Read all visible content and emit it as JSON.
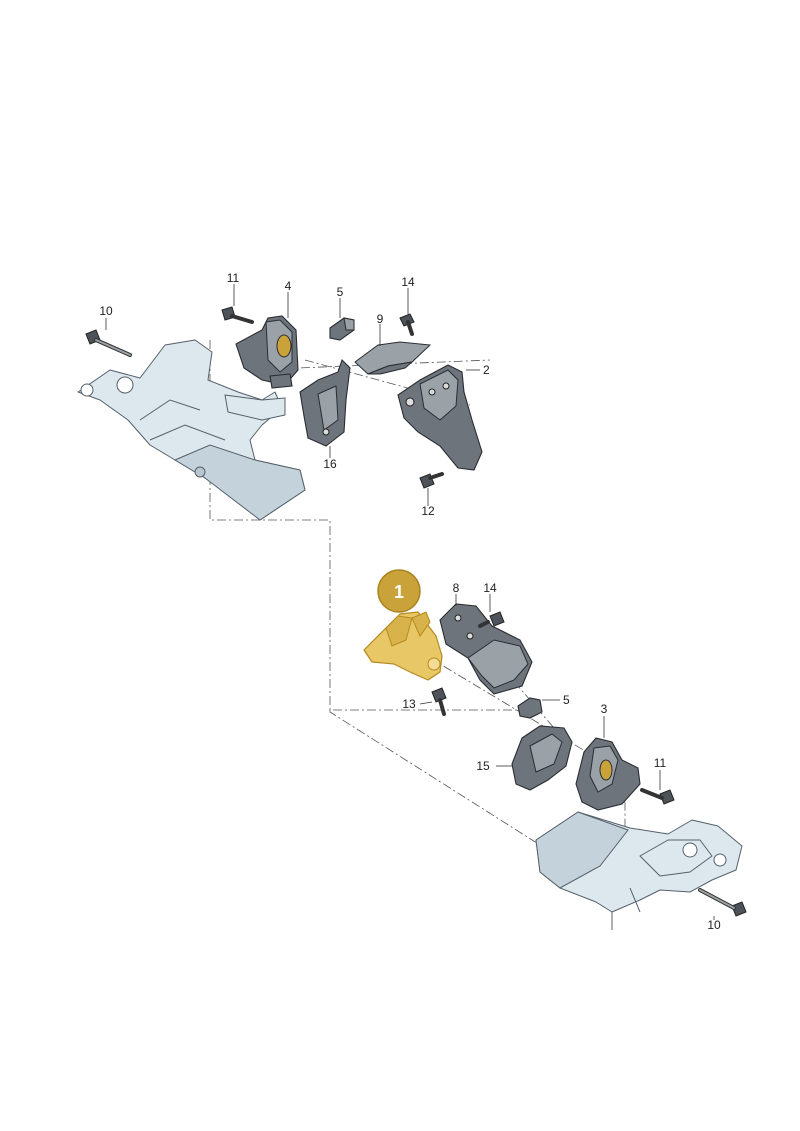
{
  "diagram": {
    "highlight": {
      "label": "1",
      "color": "#c9a23a"
    },
    "callouts": [
      {
        "id": "c10a",
        "text": "10"
      },
      {
        "id": "c11a",
        "text": "11"
      },
      {
        "id": "c4",
        "text": "4"
      },
      {
        "id": "c5a",
        "text": "5"
      },
      {
        "id": "c9",
        "text": "9"
      },
      {
        "id": "c14a",
        "text": "14"
      },
      {
        "id": "c2",
        "text": "2"
      },
      {
        "id": "c16",
        "text": "16"
      },
      {
        "id": "c12",
        "text": "12"
      },
      {
        "id": "c8",
        "text": "8"
      },
      {
        "id": "c14b",
        "text": "14"
      },
      {
        "id": "c5b",
        "text": "5"
      },
      {
        "id": "c13",
        "text": "13"
      },
      {
        "id": "c3",
        "text": "3"
      },
      {
        "id": "c15",
        "text": "15"
      },
      {
        "id": "c11b",
        "text": "11"
      },
      {
        "id": "c10b",
        "text": "10"
      }
    ],
    "colors": {
      "frame": "#dde7ee",
      "mount": "#6d747b",
      "highlight_part": "#e8c766"
    }
  }
}
